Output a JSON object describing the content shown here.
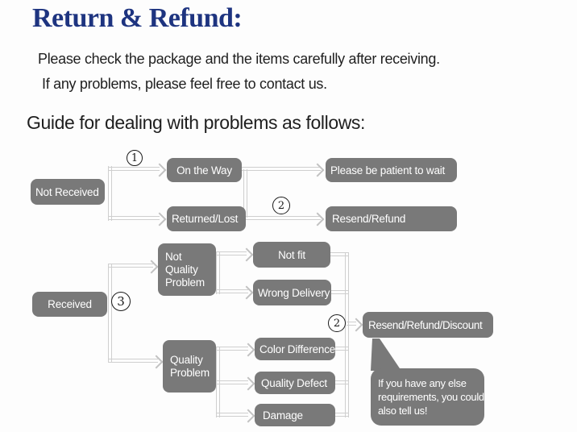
{
  "header": {
    "title": "Return & Refund:",
    "intro_line1": "Please check the package and the items carefully after receiving.",
    "intro_line2": "If any problems, please feel free to contact us.",
    "guide_heading": "Guide for dealing with problems as follows:"
  },
  "colors": {
    "title": "#1e3480",
    "text": "#1f1f1f",
    "box": "#797979",
    "box_text": "#ffffff",
    "line": "#cfcfcf",
    "circle": "#1a1a1a",
    "background": "#fdfdfd"
  },
  "flowchart": {
    "steps": {
      "one": "1",
      "two": "2",
      "three": "3"
    },
    "boxes": {
      "not_received": "Not Received",
      "on_the_way": "On the Way",
      "please_wait": "Please be patient to wait",
      "returned_lost": "Returned/Lost",
      "resend_refund": "Resend/Refund",
      "received": "Received",
      "not_quality_problem": [
        "Not",
        "Quality",
        "Problem"
      ],
      "not_fit": "Not fit",
      "wrong_delivery": "Wrong Delivery",
      "quality_problem": [
        "Quality",
        "Problem"
      ],
      "color_difference": "Color Difference",
      "quality_defect": "Quality Defect",
      "damage": "Damage",
      "resend_refund_discount": "Resend/Refund/Discount"
    },
    "note": [
      "If you have any else",
      "requirements, you could",
      "also tell us!"
    ]
  }
}
